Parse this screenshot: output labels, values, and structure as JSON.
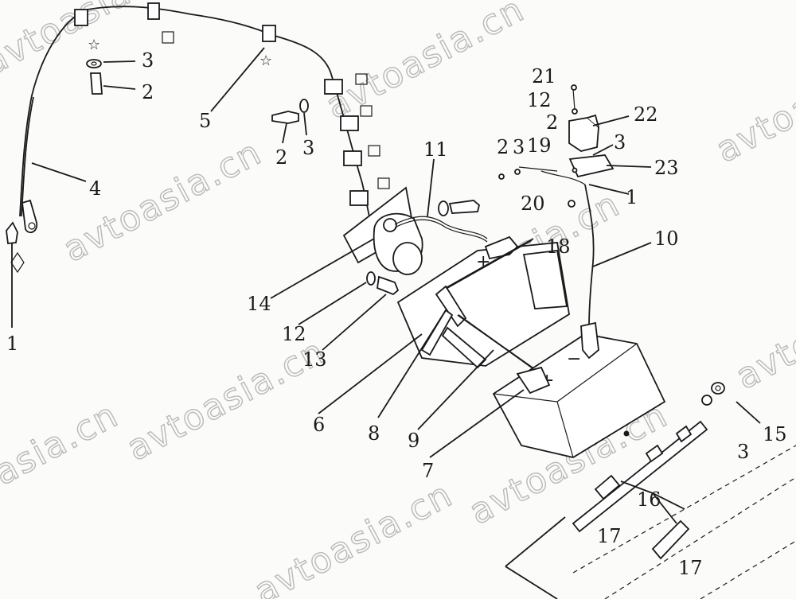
{
  "watermark": {
    "text": "avtoasia.cn"
  },
  "callouts": {
    "c1_left": "1",
    "c2_top": "2",
    "c3_top": "3",
    "c4": "4",
    "c5": "5",
    "c2_mid": "2",
    "c3_mid": "3",
    "c11": "11",
    "c14": "14",
    "c12_left": "12",
    "c13": "13",
    "c6": "6",
    "c8": "8",
    "c9": "9",
    "c7": "7",
    "c18": "18",
    "c10": "10",
    "c21": "21",
    "c12_right": "12",
    "c2_right": "2",
    "c22": "22",
    "c2_far": "2",
    "c3_far": "3",
    "c19": "19",
    "c3_right": "3",
    "c23": "23",
    "c20": "20",
    "c1_right": "1",
    "c15": "15",
    "c3_bottom": "3",
    "c16": "16",
    "c17_left": "17",
    "c17_right": "17"
  },
  "battery_marks": {
    "plus_front": "+",
    "minus_front": "−",
    "plus_rear": "+",
    "minus_rear": "−"
  }
}
